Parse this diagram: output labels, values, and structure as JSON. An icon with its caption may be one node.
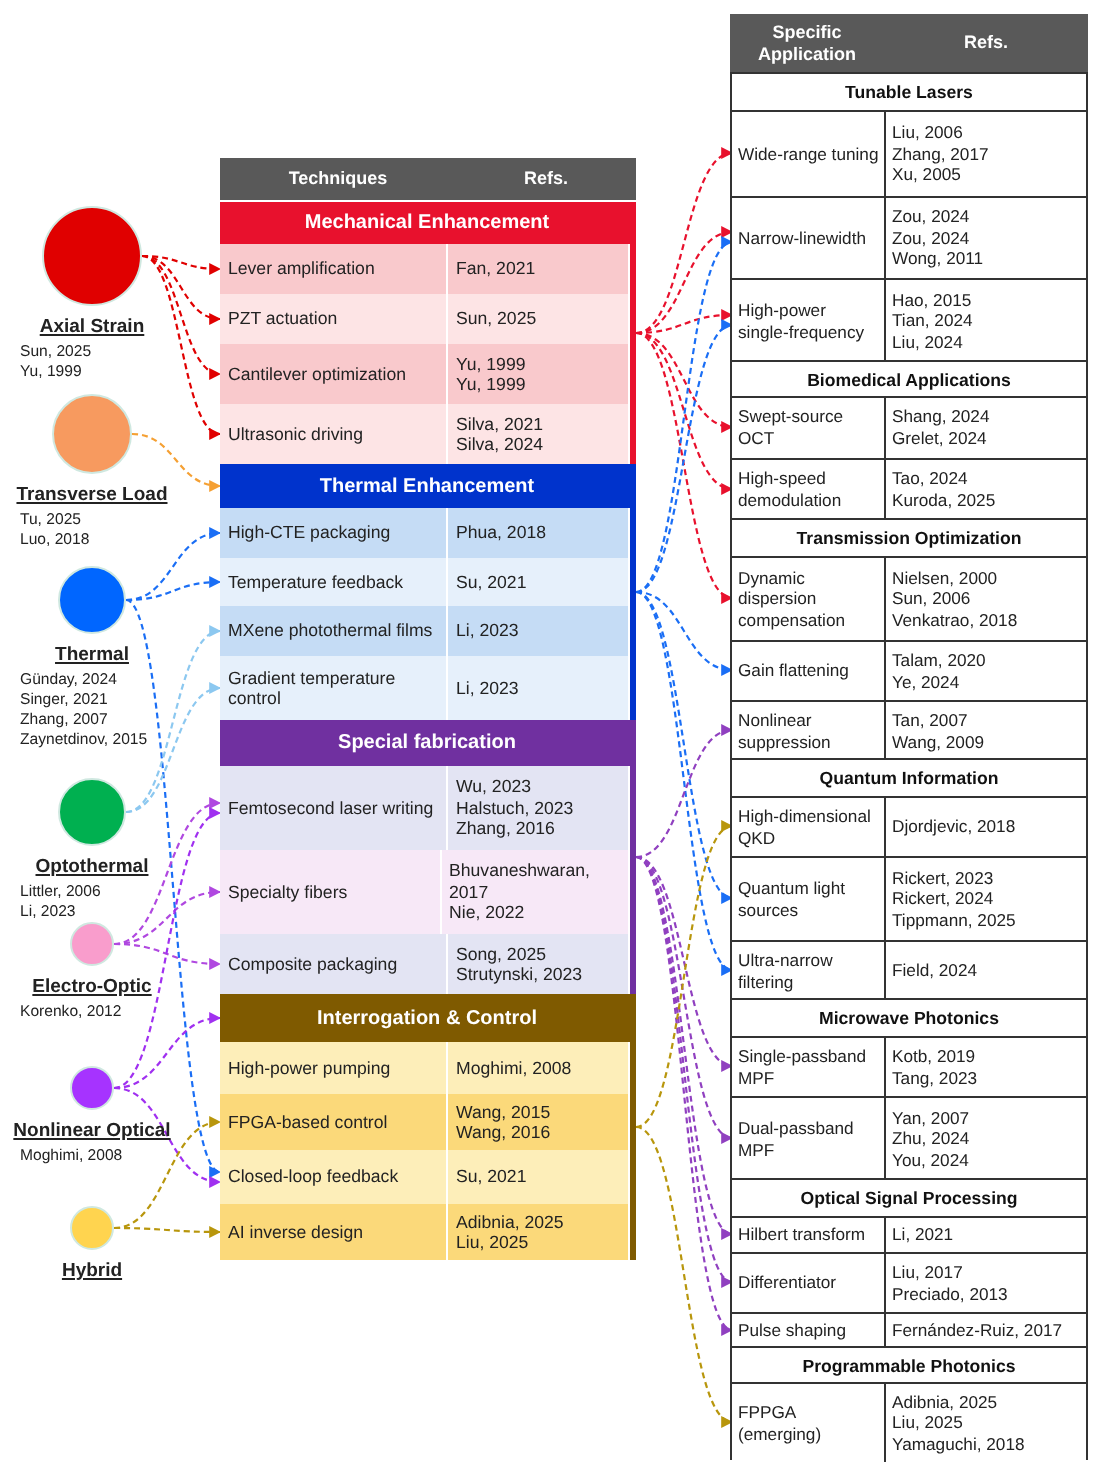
{
  "diagram": {
    "nodes": [
      {
        "text": [
          "Axial Strain"
        ],
        "beside": [
          "Sun, 2025",
          "Yu, 1999"
        ]
      },
      {
        "text": [
          "Transverse Load"
        ],
        "beside": [
          "Tu, 2025",
          "Luo, 2018"
        ]
      },
      {
        "text": [
          "Thermal"
        ],
        "beside": [
          "Günday, 2024",
          "Singer, 2021",
          "Zhang, 2007",
          "Zaynetdinov, 2015"
        ]
      },
      {
        "text": [
          "Optothermal"
        ],
        "beside": [
          "Littler, 2006",
          "Li, 2023"
        ]
      },
      {
        "text": [
          "Electro-Optic"
        ],
        "beside": [
          "Korenko, 2012"
        ]
      },
      {
        "text": [
          "Nonlinear Optical"
        ],
        "beside": [
          "Moghimi, 2008"
        ]
      },
      {
        "text": [
          "Hybrid"
        ]
      },
      {
        "text": [
          "Techniques",
          "Refs."
        ]
      },
      {
        "text": [
          "Mechanical Enhancement"
        ]
      },
      {
        "text": [
          "Lever amplification",
          "Fan, 2021"
        ],
        "in": 8
      },
      {
        "text": [
          "PZT actuation",
          "Sun, 2025"
        ],
        "in": 8
      },
      {
        "text": [
          "Cantilever optimization",
          "Yu, 1999",
          "Yu, 1999"
        ],
        "in": 8
      },
      {
        "text": [
          "Ultrasonic driving",
          "Silva, 2021",
          "Silva, 2024"
        ],
        "in": 8
      },
      {
        "text": [
          "Thermal Enhancement"
        ]
      },
      {
        "text": [
          "High-CTE packaging",
          "Phua, 2018"
        ],
        "in": 13
      },
      {
        "text": [
          "Temperature feedback",
          "Su, 2021"
        ],
        "in": 13
      },
      {
        "text": [
          "MXene photothermal films",
          "Li, 2023"
        ],
        "in": 13
      },
      {
        "text": [
          "Gradient temperature control",
          "Li, 2023"
        ],
        "in": 13
      },
      {
        "text": [
          "Special fabrication"
        ]
      },
      {
        "text": [
          "Femtosecond laser writing",
          "Wu, 2023",
          "Halstuch, 2023",
          "Zhang, 2016"
        ],
        "in": 18
      },
      {
        "text": [
          "Specialty fibers",
          "Bhuvaneshwaran, 2017",
          "Nie, 2022"
        ],
        "in": 18
      },
      {
        "text": [
          "Composite packaging",
          "Song, 2025",
          "Strutynski, 2023"
        ],
        "in": 18
      },
      {
        "text": [
          "Interrogation & Control"
        ]
      },
      {
        "text": [
          "High-power pumping",
          "Moghimi, 2008"
        ],
        "in": 22
      },
      {
        "text": [
          "FPGA-based control",
          "Wang, 2015",
          "Wang, 2016"
        ],
        "in": 22
      },
      {
        "text": [
          "Closed-loop feedback",
          "Su, 2021"
        ],
        "in": 22
      },
      {
        "text": [
          "AI inverse design",
          "Adibnia, 2025",
          "Liu, 2025"
        ],
        "in": 22
      },
      {
        "text": [
          "Specific Application",
          "Refs."
        ]
      },
      {
        "text": [
          "Tunable Lasers"
        ]
      },
      {
        "text": [
          "Wide-range tuning",
          "Liu, 2006",
          "Zhang, 2017",
          "Xu, 2005"
        ],
        "in": 28
      },
      {
        "text": [
          "Narrow-linewidth",
          "Zou, 2024",
          "Zou, 2024",
          "Wong, 2011"
        ],
        "in": 28
      },
      {
        "text": [
          "High-power single-frequency",
          "Hao, 2015",
          "Tian, 2024",
          "Liu, 2024"
        ],
        "in": 28
      },
      {
        "text": [
          "Biomedical Applications"
        ]
      },
      {
        "text": [
          "Swept-source OCT",
          "Shang, 2024",
          "Grelet, 2024"
        ],
        "in": 32
      },
      {
        "text": [
          "High-speed demodulation",
          "Tao, 2024",
          "Kuroda, 2025"
        ],
        "in": 32
      },
      {
        "text": [
          "Transmission Optimization"
        ]
      },
      {
        "text": [
          "Dynamic dispersion compensation",
          "Nielsen, 2000",
          "Sun, 2006",
          "Venkatrao, 2018"
        ],
        "in": 35
      },
      {
        "text": [
          "Gain flattening",
          "Talam, 2020",
          "Ye, 2024"
        ],
        "in": 35
      },
      {
        "text": [
          "Nonlinear suppression",
          "Tan, 2007",
          "Wang, 2009"
        ],
        "in": 35
      },
      {
        "text": [
          "Quantum Information"
        ]
      },
      {
        "text": [
          "High-dimensional QKD",
          "Djordjevic, 2018"
        ],
        "in": 39
      },
      {
        "text": [
          "Quantum light sources",
          "Rickert, 2023",
          "Rickert, 2024",
          "Tippmann, 2025"
        ],
        "in": 39
      },
      {
        "text": [
          "Ultra-narrow filtering",
          "Field, 2024"
        ],
        "in": 39
      },
      {
        "text": [
          "Microwave Photonics"
        ]
      },
      {
        "text": [
          "Single-passband MPF",
          "Kotb, 2019",
          "Tang, 2023"
        ],
        "in": 43
      },
      {
        "text": [
          "Dual-passband MPF",
          "Yan, 2007",
          "Zhu, 2024",
          "You, 2024"
        ],
        "in": 43
      },
      {
        "text": [
          "Optical Signal Processing"
        ]
      },
      {
        "text": [
          "Hilbert transform",
          "Li, 2021"
        ],
        "in": 46
      },
      {
        "text": [
          "Differentiator",
          "Liu, 2017",
          "Preciado, 2013"
        ],
        "in": 46
      },
      {
        "text": [
          "Pulse shaping",
          "Fernández-Ruiz, 2017"
        ],
        "in": 46
      },
      {
        "text": [
          "Programmable Photonics"
        ]
      },
      {
        "text": [
          "FPPGA (emerging)",
          "Adibnia, 2025",
          "Liu, 2025",
          "Yamaguchi, 2018"
        ],
        "in": 50
      }
    ],
    "edges": [
      {
        "from": 0,
        "to": 9,
        "arrow": "to",
        "style": "dashed",
        "color": "#e00000"
      },
      {
        "from": 0,
        "to": 10,
        "arrow": "to",
        "style": "dashed",
        "color": "#e00000"
      },
      {
        "from": 0,
        "to": 11,
        "arrow": "to",
        "style": "dashed",
        "color": "#e00000"
      },
      {
        "from": 0,
        "to": 12,
        "arrow": "to",
        "style": "dashed",
        "color": "#e00000"
      },
      {
        "from": 1,
        "to": 13,
        "arrow": "to",
        "style": "dashed",
        "color": "#f5a033"
      },
      {
        "from": 2,
        "to": 14,
        "arrow": "to",
        "style": "dashed",
        "color": "#1a6ef5"
      },
      {
        "from": 2,
        "to": 15,
        "arrow": "to",
        "style": "dashed",
        "color": "#1a6ef5"
      },
      {
        "from": 2,
        "to": 25,
        "arrow": "to",
        "style": "dashed",
        "color": "#1a6ef5"
      },
      {
        "from": 3,
        "to": 16,
        "arrow": "to",
        "style": "dashed",
        "color": "#8cc8f0"
      },
      {
        "from": 3,
        "to": 17,
        "arrow": "to",
        "style": "dashed",
        "color": "#8cc8f0"
      },
      {
        "from": 4,
        "to": 19,
        "arrow": "to",
        "style": "dashed",
        "color": "#b048e0"
      },
      {
        "from": 4,
        "to": 20,
        "arrow": "to",
        "style": "dashed",
        "color": "#b048e0"
      },
      {
        "from": 4,
        "to": 21,
        "arrow": "to",
        "style": "dashed",
        "color": "#b048e0"
      },
      {
        "from": 5,
        "to": 19,
        "arrow": "to",
        "style": "dashed",
        "color": "#a030f0"
      },
      {
        "from": 5,
        "to": 22,
        "arrow": "to",
        "style": "dashed",
        "color": "#a030f0"
      },
      {
        "from": 5,
        "to": 25,
        "arrow": "to",
        "style": "dashed",
        "color": "#a030f0"
      },
      {
        "from": 6,
        "to": 24,
        "arrow": "to",
        "style": "dashed",
        "color": "#b8960c"
      },
      {
        "from": 6,
        "to": 26,
        "arrow": "to",
        "style": "dashed",
        "color": "#b8960c"
      },
      {
        "from": 8,
        "to": 29,
        "arrow": "to",
        "style": "dashed",
        "color": "#e8112d"
      },
      {
        "from": 8,
        "to": 30,
        "arrow": "to",
        "style": "dashed",
        "color": "#e8112d"
      },
      {
        "from": 8,
        "to": 31,
        "arrow": "to",
        "style": "dashed",
        "color": "#e8112d"
      },
      {
        "from": 8,
        "to": 33,
        "arrow": "to",
        "style": "dashed",
        "color": "#e8112d"
      },
      {
        "from": 8,
        "to": 34,
        "arrow": "to",
        "style": "dashed",
        "color": "#e8112d"
      },
      {
        "from": 8,
        "to": 36,
        "arrow": "to",
        "style": "dashed",
        "color": "#e8112d"
      },
      {
        "from": 13,
        "to": 30,
        "arrow": "to",
        "style": "dashed",
        "color": "#1a6ef5"
      },
      {
        "from": 13,
        "to": 31,
        "arrow": "to",
        "style": "dashed",
        "color": "#1a6ef5"
      },
      {
        "from": 13,
        "to": 37,
        "arrow": "to",
        "style": "dashed",
        "color": "#1a6ef5"
      },
      {
        "from": 13,
        "to": 41,
        "arrow": "to",
        "style": "dashed",
        "color": "#1a6ef5"
      },
      {
        "from": 13,
        "to": 42,
        "arrow": "to",
        "style": "dashed",
        "color": "#1a6ef5"
      },
      {
        "from": 18,
        "to": 38,
        "arrow": "to",
        "style": "dashed",
        "color": "#9040c0"
      },
      {
        "from": 18,
        "to": 44,
        "arrow": "to",
        "style": "dashed",
        "color": "#9040c0"
      },
      {
        "from": 18,
        "to": 45,
        "arrow": "to",
        "style": "dashed",
        "color": "#9040c0"
      },
      {
        "from": 18,
        "to": 47,
        "arrow": "to",
        "style": "dashed",
        "color": "#9040c0"
      },
      {
        "from": 18,
        "to": 48,
        "arrow": "to",
        "style": "dashed",
        "color": "#9040c0"
      },
      {
        "from": 18,
        "to": 49,
        "arrow": "to",
        "style": "dashed",
        "color": "#9040c0"
      },
      {
        "from": 22,
        "to": 40,
        "arrow": "to",
        "style": "dashed",
        "color": "#b8960c"
      },
      {
        "from": 22,
        "to": 51,
        "arrow": "to",
        "style": "dashed",
        "color": "#b8960c"
      }
    ]
  }
}
